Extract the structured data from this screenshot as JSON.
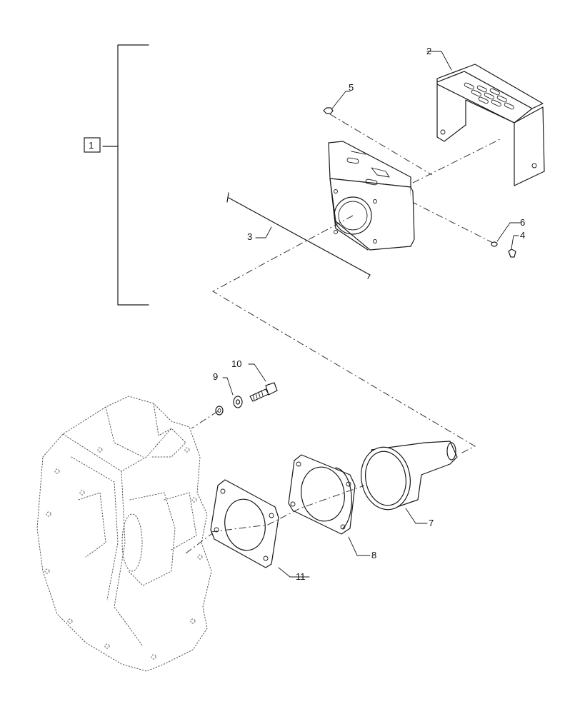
{
  "callouts": {
    "assembly": "1",
    "cover_top": "2",
    "housing": "3",
    "screw_small": "4",
    "nut_top": "5",
    "washer_small": "6",
    "bell_cover": "7",
    "flange": "8",
    "lock_washer": "9",
    "bolt": "10",
    "gasket": "11"
  }
}
